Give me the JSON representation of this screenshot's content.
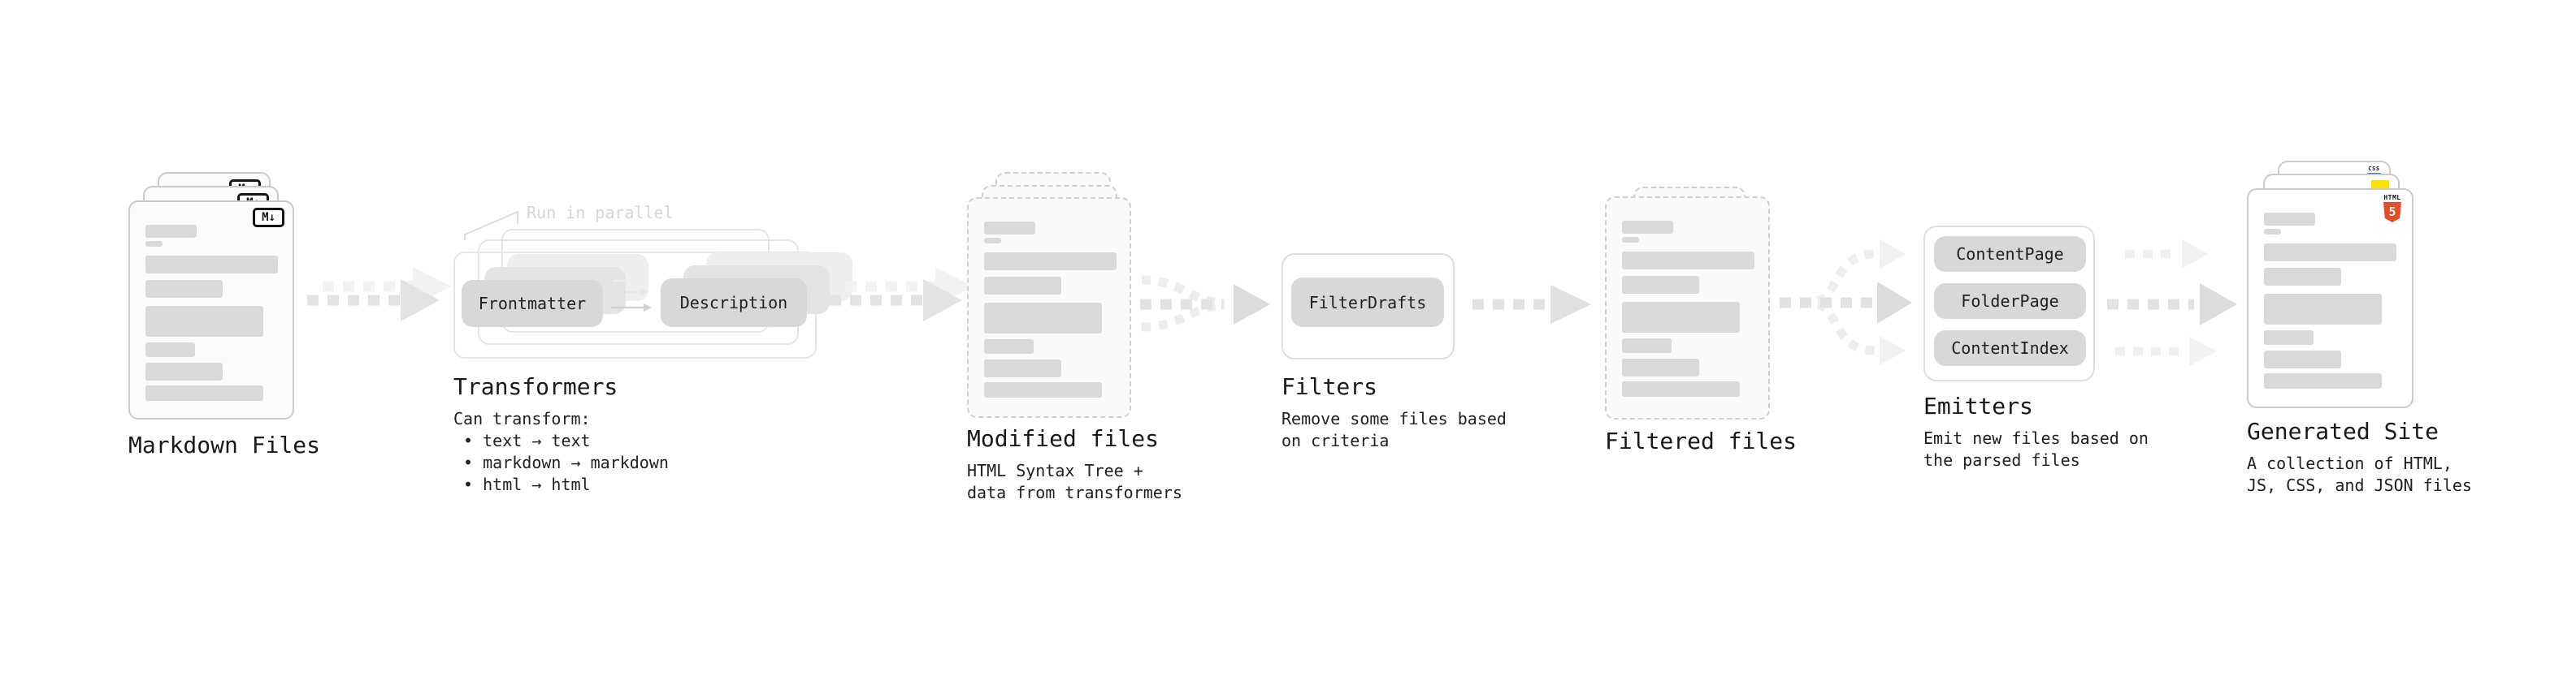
{
  "diagram": {
    "markdown_files": {
      "label": "Markdown Files",
      "badge": "M↓"
    },
    "transformers": {
      "note": "Run in parallel",
      "box_left": "Frontmatter",
      "box_right": "Description",
      "label": "Transformers",
      "desc": [
        "Can transform:",
        " • text → text",
        " • markdown → markdown",
        " • html → html"
      ]
    },
    "modified_files": {
      "label": "Modified files",
      "desc": [
        "HTML Syntax Tree +",
        "data from transformers"
      ]
    },
    "filters": {
      "box": "FilterDrafts",
      "label": "Filters",
      "desc": [
        "Remove some files based",
        "on criteria"
      ]
    },
    "filtered_files": {
      "label": "Filtered files"
    },
    "emitters": {
      "boxes": [
        "ContentPage",
        "FolderPage",
        "ContentIndex"
      ],
      "label": "Emitters",
      "desc": [
        "Emit new files based on",
        "the parsed files"
      ]
    },
    "generated_site": {
      "label": "Generated Site",
      "desc": [
        "A collection of HTML,",
        "JS, CSS, and JSON files"
      ],
      "html5_icon": {
        "word": "HTML",
        "digit": "5"
      },
      "css_icon_label": "CSS"
    },
    "colors": {
      "accent_html5_orange": "#e44d26",
      "accent_js_yellow": "#ffe100",
      "accent_css_blue": "#3b6ef6",
      "placeholder_gray": "#d9d9d9",
      "arrow_gray": "#e2e2e2",
      "text_dark": "#1c1c1c",
      "note_gray": "#d6d6d6"
    }
  }
}
